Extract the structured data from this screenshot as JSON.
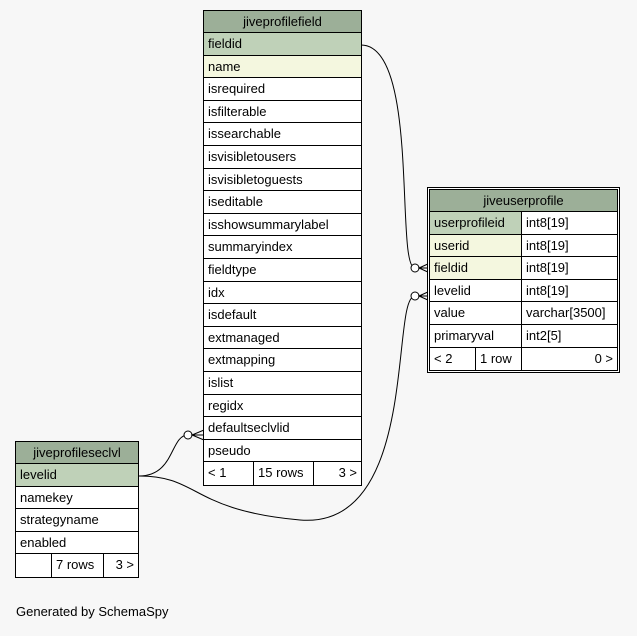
{
  "tables": {
    "jiveprofilefield": {
      "title": "jiveprofilefield",
      "columns": [
        "fieldid",
        "name",
        "isrequired",
        "isfilterable",
        "issearchable",
        "isvisibletousers",
        "isvisibletoguests",
        "iseditable",
        "isshowsummarylabel",
        "summaryindex",
        "fieldtype",
        "idx",
        "isdefault",
        "extmanaged",
        "extmapping",
        "islist",
        "regidx",
        "defaultseclvlid",
        "pseudo"
      ],
      "footer": [
        "< 1",
        "15 rows",
        "3 >"
      ]
    },
    "jiveuserprofile": {
      "title": "jiveuserprofile",
      "columns": [
        {
          "name": "userprofileid",
          "type": "int8[19]"
        },
        {
          "name": "userid",
          "type": "int8[19]"
        },
        {
          "name": "fieldid",
          "type": "int8[19]"
        },
        {
          "name": "levelid",
          "type": "int8[19]"
        },
        {
          "name": "value",
          "type": "varchar[3500]"
        },
        {
          "name": "primaryval",
          "type": "int2[5]"
        }
      ],
      "footer": [
        "< 2",
        "1 row",
        "0 >"
      ]
    },
    "jiveprofileseclvl": {
      "title": "jiveprofileseclvl",
      "columns": [
        "levelid",
        "namekey",
        "strategyname",
        "enabled"
      ],
      "footer": [
        "",
        "7 rows",
        "3 >"
      ]
    }
  },
  "credit": "Generated by SchemaSpy",
  "colors": {
    "header": "#9caf98",
    "primary_key": "#bfd1b8",
    "foreign_key": "#f4f7df",
    "background": "#f7f7f7"
  }
}
